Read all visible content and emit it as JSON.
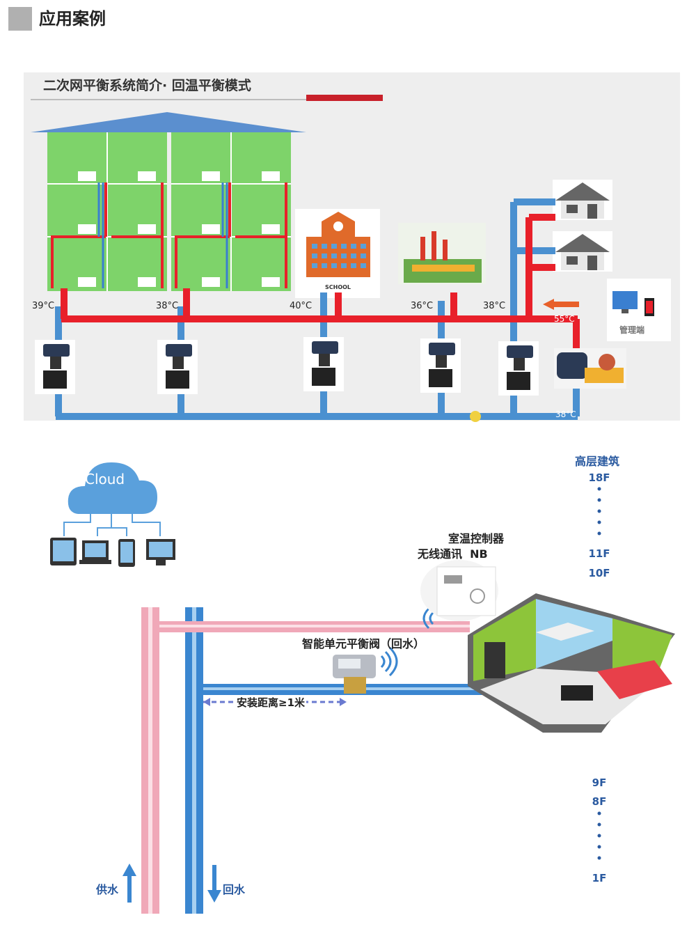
{
  "header": {
    "title": "应用案例"
  },
  "diagram1": {
    "title": "二次网平衡系统简介· 回温平衡模式",
    "school_label": "SCHOOL",
    "temps": {
      "t1": "39°C",
      "t2": "38°C",
      "t3": "40°C",
      "t4": "36°C",
      "t5": "38°C",
      "supply": "55°C",
      "return": "38°C"
    },
    "manage_label": "管理端"
  },
  "diagram2": {
    "cloud_label": "Cloud",
    "high_rise": "高层建筑",
    "floors_top": [
      "18F",
      "11F",
      "10F"
    ],
    "floors_bottom": [
      "9F",
      "8F",
      "1F"
    ],
    "controller_label": "室温控制器",
    "wireless_label": "无线通讯  NB",
    "valve_label": "智能单元平衡阀（回水）",
    "distance_label": "安装距离≥1米",
    "supply_label": "供水",
    "return_label": "回水"
  },
  "colors": {
    "supply_pipe": "#e8202a",
    "return_pipe": "#4a90d0",
    "building": "#7ed36a",
    "roof": "#5b8fcf",
    "accent": "#c8202a"
  }
}
